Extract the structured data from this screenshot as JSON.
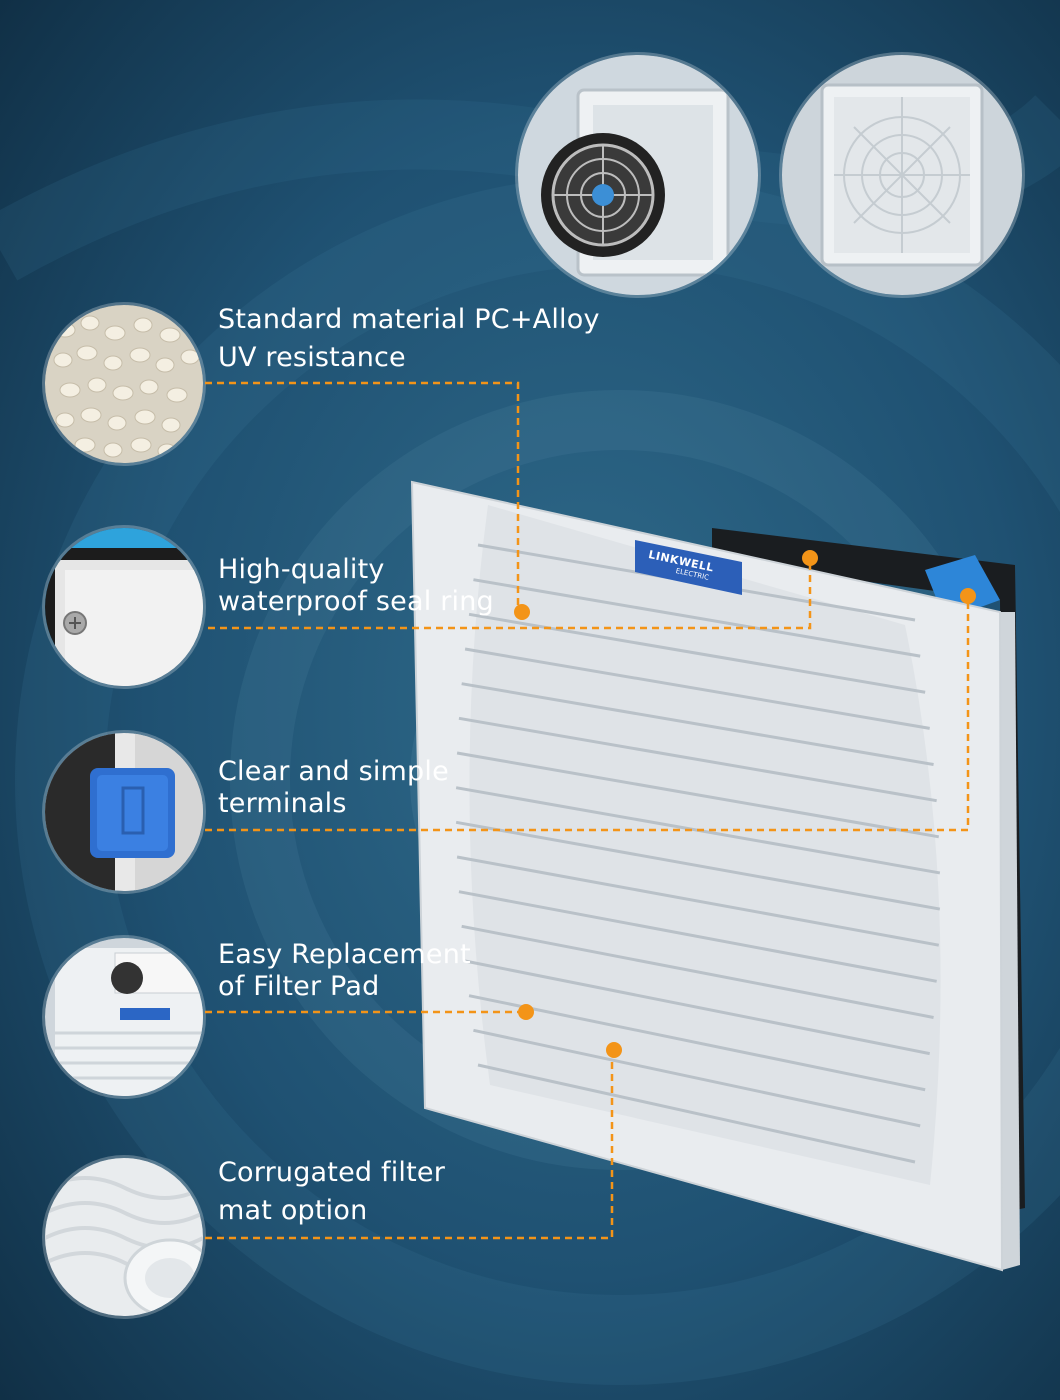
{
  "features": [
    {
      "line1": "Standard material PC+Alloy",
      "line2": "UV resistance"
    },
    {
      "line1": "High-quality",
      "line2": "waterproof seal ring"
    },
    {
      "line1": "Clear and simple",
      "line2": "terminals"
    },
    {
      "line1": "Easy Replacement",
      "line2": "of Filter Pad"
    },
    {
      "line1": "Corrugated filter",
      "line2": "mat option"
    }
  ],
  "brand": {
    "name": "LINKWELL",
    "sub": "ELECTRIC"
  },
  "colors": {
    "accent": "#f39418",
    "background": "#1d4a66",
    "housing": "#e9ecef"
  }
}
